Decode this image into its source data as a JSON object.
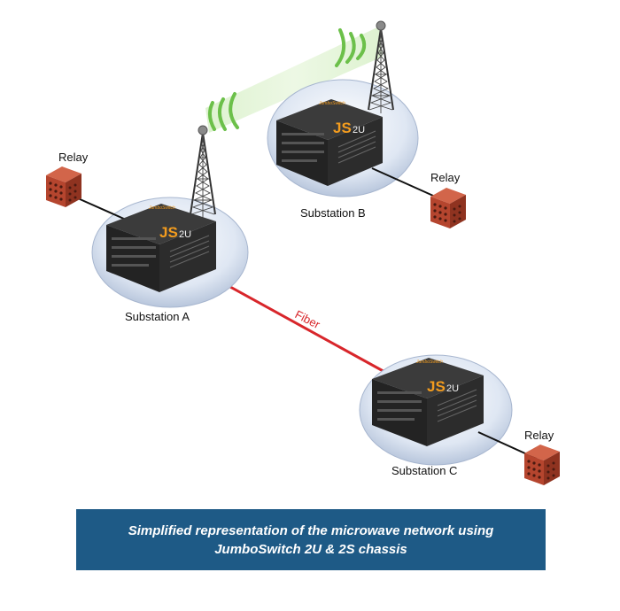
{
  "relays": {
    "a": "Relay",
    "b": "Relay",
    "c": "Relay"
  },
  "substations": {
    "a": "Substation A",
    "b": "Substation B",
    "c": "Substation C"
  },
  "link": {
    "fiber": "Fiber"
  },
  "chassis": {
    "logo": "JS",
    "model": "2U"
  },
  "caption": {
    "line1": "Simplified representation of the microwave network using",
    "line2": "JumboSwitch 2U & 2S chassis"
  },
  "colors": {
    "fiber": "#d8262b",
    "microwave": "#6cc04a",
    "caption_bg": "#1e5a86",
    "relay": "#b5452e",
    "logo": "#f39c1e"
  }
}
